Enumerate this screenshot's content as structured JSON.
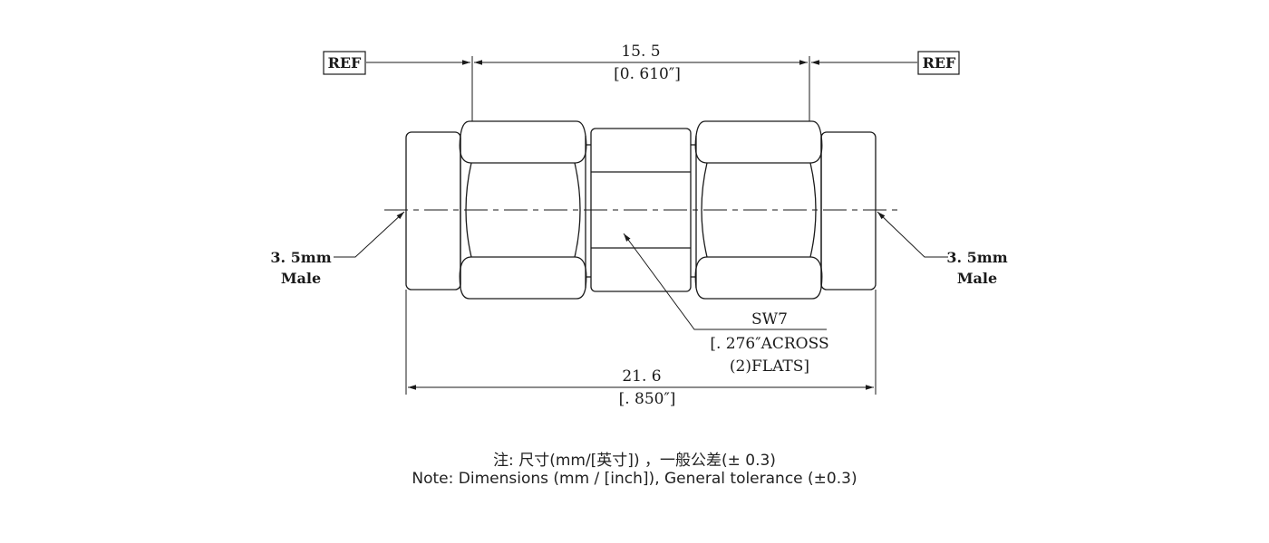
{
  "drawing": {
    "ref_label_left": "REF",
    "ref_label_right": "REF",
    "top_dim_mm": "15. 5",
    "top_dim_inch": "[0. 610″]",
    "left_connector_size": "3. 5mm",
    "left_connector_gender": "Male",
    "right_connector_size": "3. 5mm",
    "right_connector_gender": "Male",
    "hex_label_line1": "SW7",
    "hex_label_line2": "[. 276″ACROSS",
    "hex_label_line3": "(2)FLATS]",
    "bottom_dim_mm": "21. 6",
    "bottom_dim_inch": "[. 850″]"
  },
  "notes": {
    "chinese": "注: 尺寸(mm/[英寸]) ，一般公差(± 0.3)",
    "english": "Note: Dimensions (mm / [inch]), General tolerance (±0.3)"
  }
}
